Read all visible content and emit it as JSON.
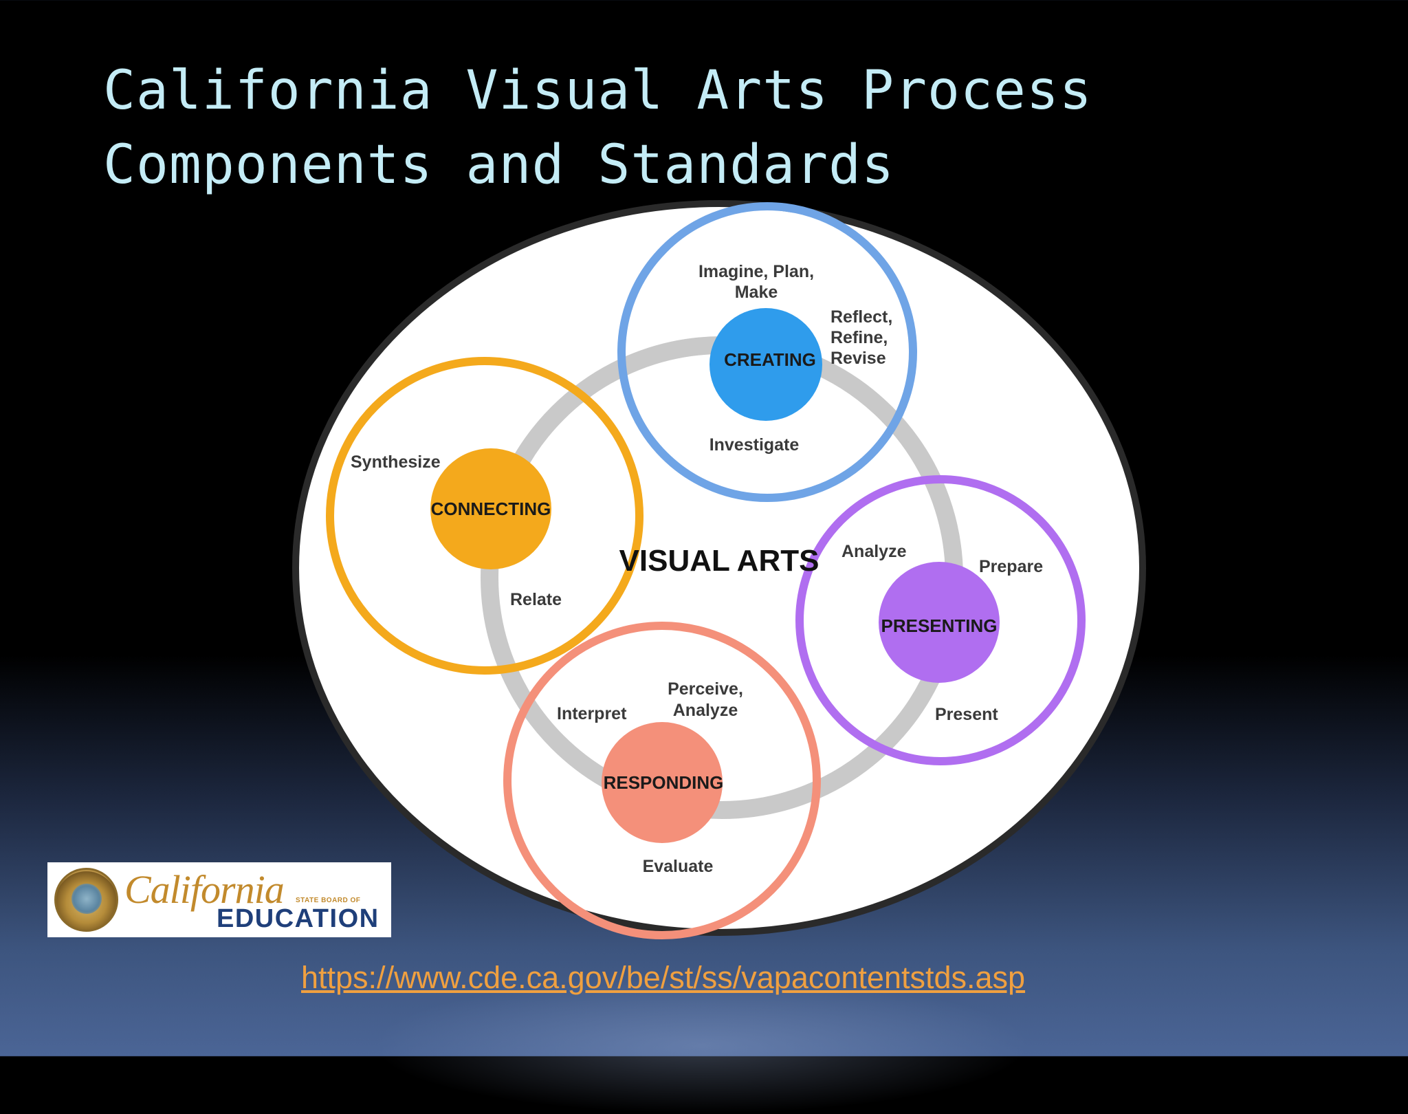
{
  "title": {
    "line1": "California Visual Arts Process",
    "line2": "Components and Standards"
  },
  "diagram": {
    "center": "VISUAL ARTS",
    "creating": {
      "hub": "CREATING",
      "labels": [
        "Imagine, Plan,",
        "Make",
        "Reflect,",
        "Refine,",
        "Revise",
        "Investigate"
      ],
      "color": "#2f9cec"
    },
    "connecting": {
      "hub": "CONNECTING",
      "labels": [
        "Synthesize",
        "Relate"
      ],
      "color": "#f4a91c"
    },
    "presenting": {
      "hub": "PRESENTING",
      "labels": [
        "Analyze",
        "Prepare",
        "Present"
      ],
      "color": "#b06ef0"
    },
    "responding": {
      "hub": "RESPONDING",
      "labels": [
        "Interpret",
        "Perceive,",
        "Analyze",
        "Evaluate"
      ],
      "color": "#f4907a"
    }
  },
  "logo": {
    "brand": "California",
    "board": "STATE BOARD OF",
    "org": "EDUCATION"
  },
  "url": "https://www.cde.ca.gov/be/st/ss/vapacontentstds.asp"
}
